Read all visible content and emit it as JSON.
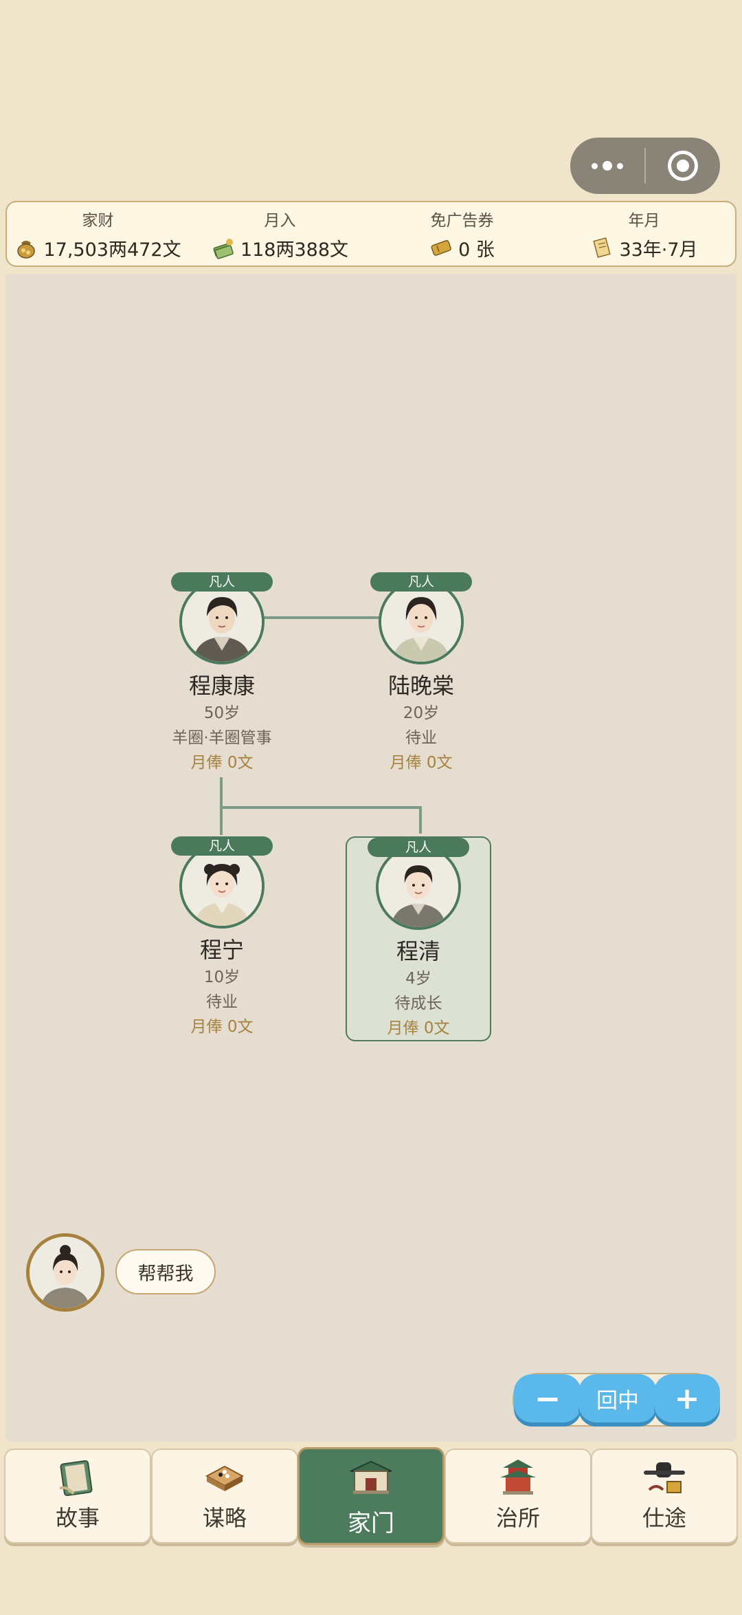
{
  "resources": [
    {
      "label": "家财",
      "value": "17,503两472文",
      "icon": "coin-pouch-icon"
    },
    {
      "label": "月入",
      "value": "118两388文",
      "icon": "cash-stack-icon"
    },
    {
      "label": "免广告券",
      "value": "0 张",
      "icon": "ticket-icon"
    },
    {
      "label": "年月",
      "value": "33年·7月",
      "icon": "scroll-icon"
    }
  ],
  "members": [
    {
      "rank": "凡人",
      "name": "程康康",
      "age": "50岁",
      "job": "羊圈·羊圈管事",
      "salary": "月俸 0文"
    },
    {
      "rank": "凡人",
      "name": "陆晚棠",
      "age": "20岁",
      "job": "待业",
      "salary": "月俸 0文"
    },
    {
      "rank": "凡人",
      "name": "程宁",
      "age": "10岁",
      "job": "待业",
      "salary": "月俸 0文"
    },
    {
      "rank": "凡人",
      "name": "程清",
      "age": "4岁",
      "job": "待成长",
      "salary": "月俸 0文"
    }
  ],
  "helper": {
    "button_label": "帮帮我"
  },
  "zoom": {
    "minus": "−",
    "center": "回中",
    "plus": "+"
  },
  "nav": [
    {
      "label": "故事",
      "icon": "book-icon",
      "active": false
    },
    {
      "label": "谋略",
      "icon": "chessboard-icon",
      "active": false
    },
    {
      "label": "家门",
      "icon": "house-gate-icon",
      "active": true
    },
    {
      "label": "治所",
      "icon": "pavilion-icon",
      "active": false
    },
    {
      "label": "仕途",
      "icon": "official-hat-icon",
      "active": false
    }
  ],
  "colors": {
    "accent_green": "#4a7a5b",
    "gold_text": "#a7823f",
    "zoom_blue": "#5ab9ea",
    "background": "#f0e5cb"
  }
}
